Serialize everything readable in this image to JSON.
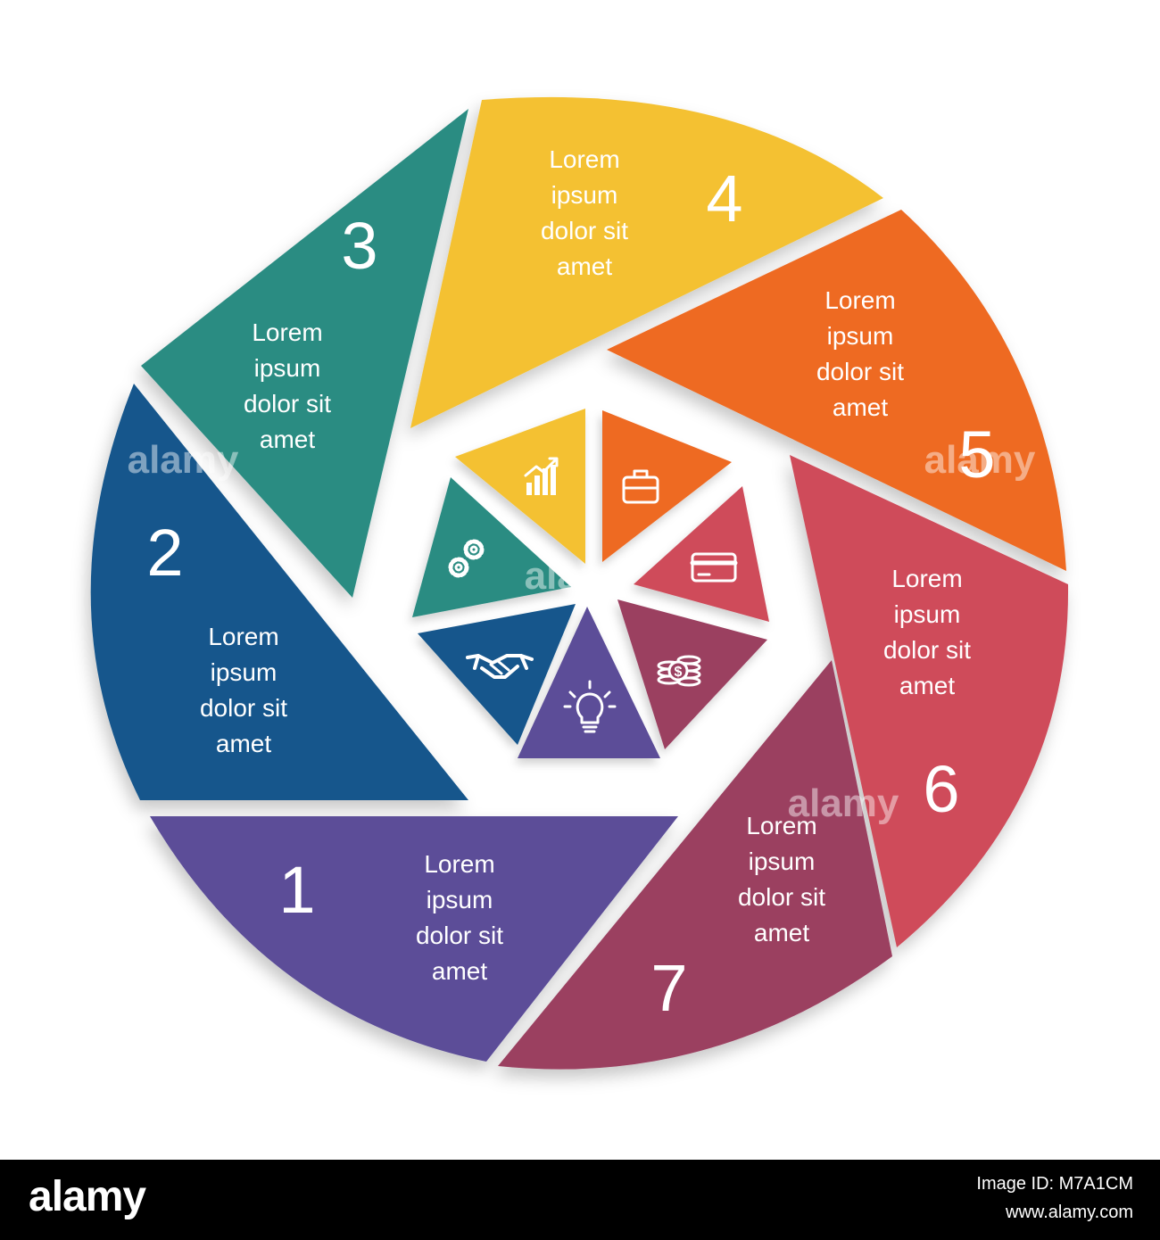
{
  "segments": [
    {
      "number": "1",
      "lines": [
        "Lorem",
        "ipsum",
        "dolor sit",
        "amet"
      ],
      "color": "#5b4e98"
    },
    {
      "number": "2",
      "lines": [
        "Lorem",
        "ipsum",
        "dolor sit",
        "amet"
      ],
      "color": "#16578c"
    },
    {
      "number": "3",
      "lines": [
        "Lorem",
        "ipsum",
        "dolor sit",
        "amet"
      ],
      "color": "#2a8c82"
    },
    {
      "number": "4",
      "lines": [
        "Lorem",
        "ipsum",
        "dolor sit",
        "amet"
      ],
      "color": "#f4c132"
    },
    {
      "number": "5",
      "lines": [
        "Lorem",
        "ipsum",
        "dolor sit",
        "amet"
      ],
      "color": "#ee6a23"
    },
    {
      "number": "6",
      "lines": [
        "Lorem",
        "ipsum",
        "dolor sit",
        "amet"
      ],
      "color": "#cf4b5a"
    },
    {
      "number": "7",
      "lines": [
        "Lorem",
        "ipsum",
        "dolor sit",
        "amet"
      ],
      "color": "#9b3f60"
    }
  ],
  "inner_icons": [
    {
      "icon": "bar-chart-growth-icon",
      "color": "#f4c132"
    },
    {
      "icon": "briefcase-icon",
      "color": "#ee6a23"
    },
    {
      "icon": "credit-card-icon",
      "color": "#cf4b5a"
    },
    {
      "icon": "coins-dollar-icon",
      "color": "#9b3f60"
    },
    {
      "icon": "lightbulb-icon",
      "color": "#5b4e98"
    },
    {
      "icon": "handshake-icon",
      "color": "#16578c"
    },
    {
      "icon": "gears-icon",
      "color": "#2a8c82"
    }
  ],
  "watermark": "alamy",
  "footer": {
    "brand": "alamy",
    "image_id": "Image ID: M7A1CM",
    "url": "www.alamy.com"
  }
}
